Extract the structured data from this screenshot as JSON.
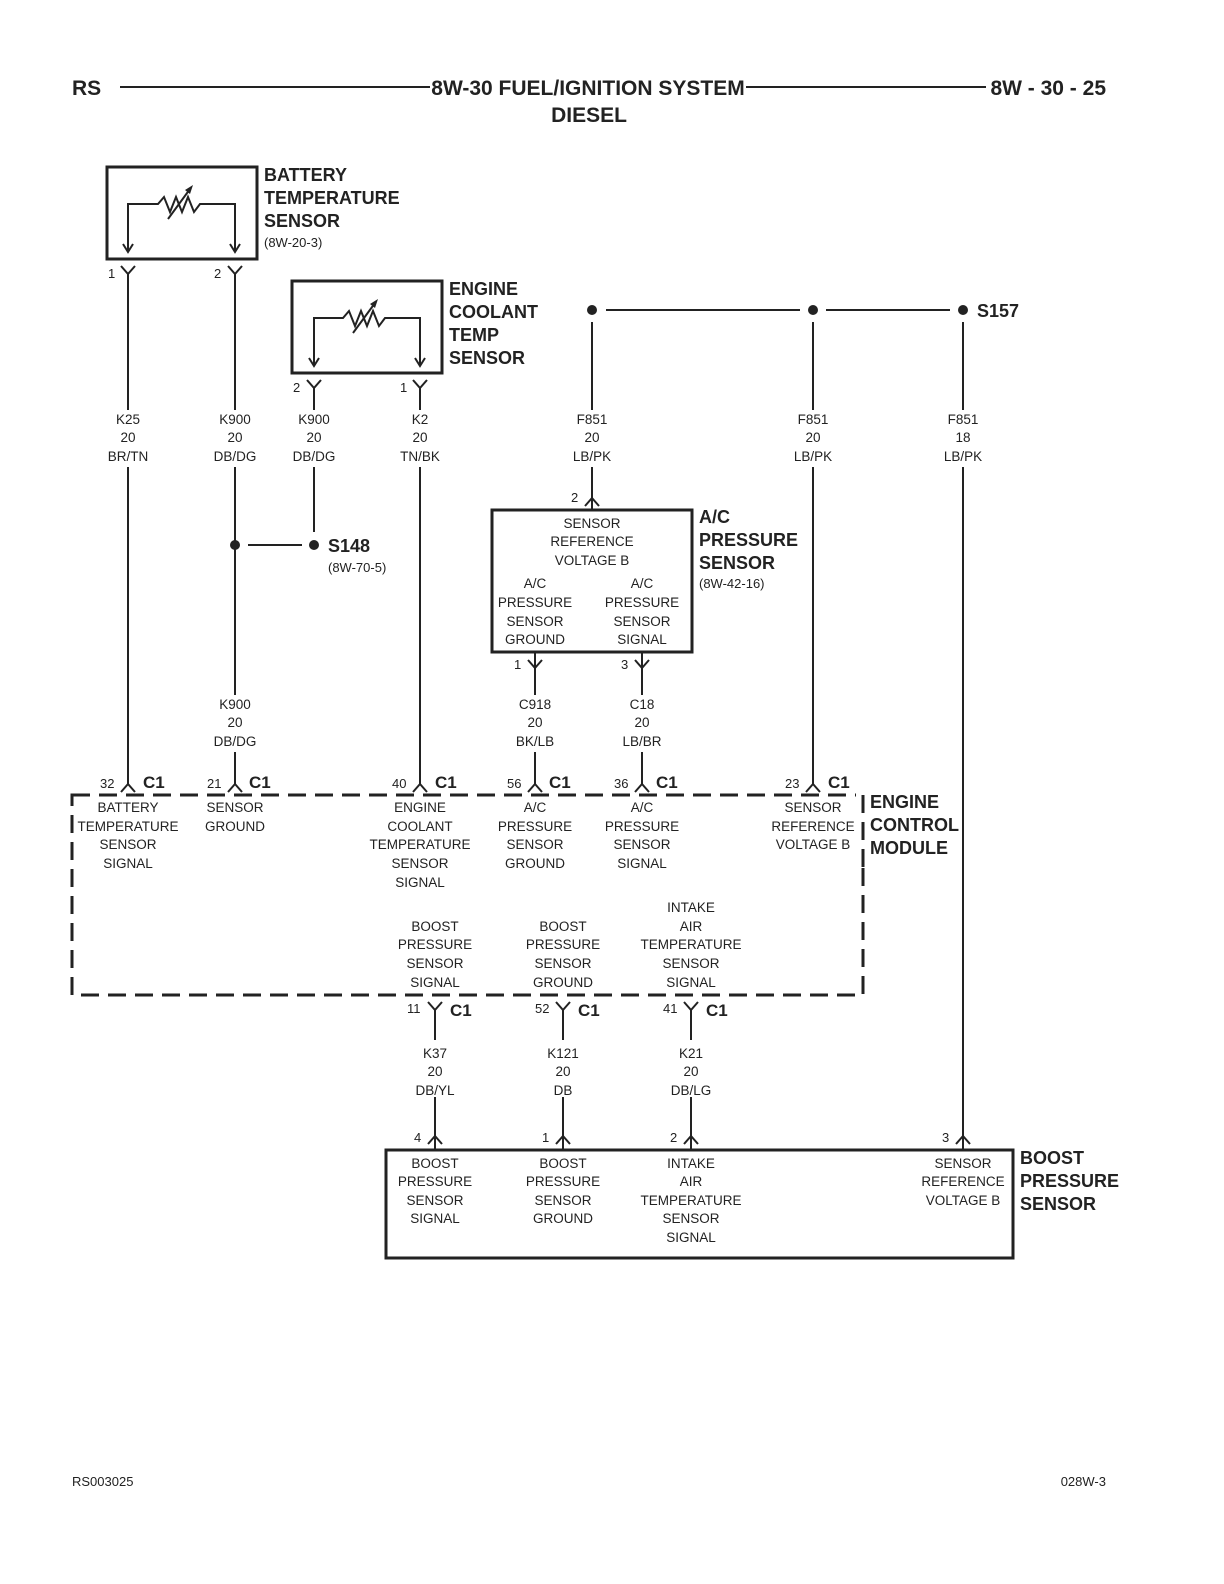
{
  "header": {
    "left": "RS",
    "title_line1": "8W-30 FUEL/IGNITION SYSTEM",
    "title_line2": "DIESEL",
    "right": "8W - 30 - 25"
  },
  "components": {
    "battery_temp_sensor": {
      "name": [
        "BATTERY",
        "TEMPERATURE",
        "SENSOR"
      ],
      "ref": "(8W-20-3)",
      "pins": [
        "1",
        "2"
      ]
    },
    "engine_coolant_temp_sensor": {
      "name": [
        "ENGINE",
        "COOLANT",
        "TEMP",
        "SENSOR"
      ],
      "pins": [
        "2",
        "1"
      ]
    },
    "ac_pressure_sensor": {
      "name": [
        "A/C",
        "PRESSURE",
        "SENSOR"
      ],
      "ref": "(8W-42-16)",
      "top_pin": "2",
      "top_label": [
        "SENSOR",
        "REFERENCE",
        "VOLTAGE B"
      ],
      "left_label": [
        "A/C",
        "PRESSURE",
        "SENSOR",
        "GROUND"
      ],
      "right_label": [
        "A/C",
        "PRESSURE",
        "SENSOR",
        "SIGNAL"
      ],
      "bottom_pins": [
        "1",
        "3"
      ]
    },
    "engine_control_module": {
      "name": [
        "ENGINE",
        "CONTROL",
        "MODULE"
      ],
      "top_pins": [
        {
          "pin": "32",
          "conn": "C1",
          "label": [
            "BATTERY",
            "TEMPERATURE",
            "SENSOR",
            "SIGNAL"
          ]
        },
        {
          "pin": "21",
          "conn": "C1",
          "label": [
            "SENSOR",
            "GROUND"
          ]
        },
        {
          "pin": "40",
          "conn": "C1",
          "label": [
            "ENGINE",
            "COOLANT",
            "TEMPERATURE",
            "SENSOR",
            "SIGNAL"
          ]
        },
        {
          "pin": "56",
          "conn": "C1",
          "label": [
            "A/C",
            "PRESSURE",
            "SENSOR",
            "GROUND"
          ]
        },
        {
          "pin": "36",
          "conn": "C1",
          "label": [
            "A/C",
            "PRESSURE",
            "SENSOR",
            "SIGNAL"
          ]
        },
        {
          "pin": "23",
          "conn": "C1",
          "label": [
            "SENSOR",
            "REFERENCE",
            "VOLTAGE B"
          ]
        }
      ],
      "bottom_pins": [
        {
          "pin": "11",
          "conn": "C1",
          "label": [
            "BOOST",
            "PRESSURE",
            "SENSOR",
            "SIGNAL"
          ]
        },
        {
          "pin": "52",
          "conn": "C1",
          "label": [
            "BOOST",
            "PRESSURE",
            "SENSOR",
            "GROUND"
          ]
        },
        {
          "pin": "41",
          "conn": "C1",
          "label": [
            "INTAKE",
            "AIR",
            "TEMPERATURE",
            "SENSOR",
            "SIGNAL"
          ]
        }
      ]
    },
    "boost_pressure_sensor": {
      "name": [
        "BOOST",
        "PRESSURE",
        "SENSOR"
      ],
      "pins": [
        {
          "pin": "4",
          "label": [
            "BOOST",
            "PRESSURE",
            "SENSOR",
            "SIGNAL"
          ]
        },
        {
          "pin": "1",
          "label": [
            "BOOST",
            "PRESSURE",
            "SENSOR",
            "GROUND"
          ]
        },
        {
          "pin": "2",
          "label": [
            "INTAKE",
            "AIR",
            "TEMPERATURE",
            "SENSOR",
            "SIGNAL"
          ]
        },
        {
          "pin": "3",
          "label": [
            "SENSOR",
            "REFERENCE",
            "VOLTAGE B"
          ]
        }
      ]
    }
  },
  "splices": {
    "s157": {
      "name": "S157"
    },
    "s148": {
      "name": "S148",
      "ref": "(8W-70-5)"
    }
  },
  "wires": {
    "k25": [
      "K25",
      "20",
      "BR/TN"
    ],
    "k900_a": [
      "K900",
      "20",
      "DB/DG"
    ],
    "k900_b": [
      "K900",
      "20",
      "DB/DG"
    ],
    "k2": [
      "K2",
      "20",
      "TN/BK"
    ],
    "f851_a": [
      "F851",
      "20",
      "LB/PK"
    ],
    "f851_b": [
      "F851",
      "20",
      "LB/PK"
    ],
    "f851_c": [
      "F851",
      "18",
      "LB/PK"
    ],
    "k900_c": [
      "K900",
      "20",
      "DB/DG"
    ],
    "c918": [
      "C918",
      "20",
      "BK/LB"
    ],
    "c18": [
      "C18",
      "20",
      "LB/BR"
    ],
    "k37": [
      "K37",
      "20",
      "DB/YL"
    ],
    "k121": [
      "K121",
      "20",
      "DB"
    ],
    "k21": [
      "K21",
      "20",
      "DB/LG"
    ]
  },
  "footer": {
    "left": "RS003025",
    "right": "028W-3"
  }
}
